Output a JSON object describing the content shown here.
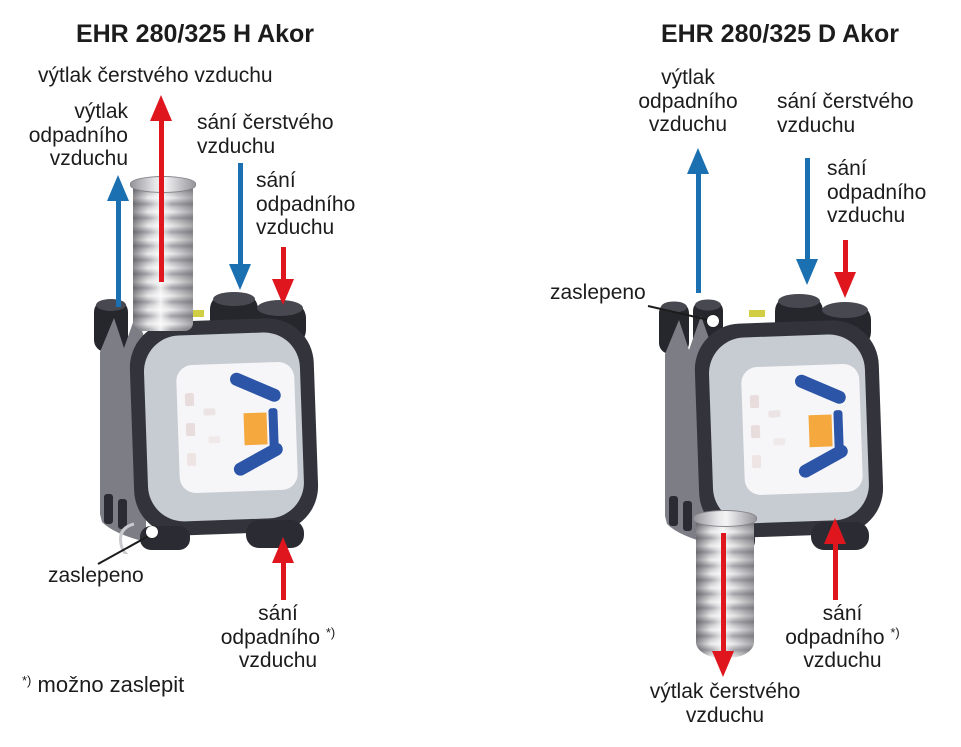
{
  "colors": {
    "background": "#ffffff",
    "text": "#1c1c1c",
    "arrow_red": "#e0161f",
    "arrow_blue": "#1a70b0"
  },
  "left": {
    "title": "EHR 280/325 H Akor",
    "fresh_discharge": "výtlak čerstvého vzduchu",
    "waste_discharge": [
      "výtlak",
      "odpadního",
      "vzduchu"
    ],
    "fresh_intake": [
      "sání čerstvého",
      "vzduchu"
    ],
    "waste_intake": [
      "sání",
      "odpadního",
      "vzduchu"
    ],
    "blanked": "zaslepeno",
    "optional_intake": [
      "sání",
      "odpadního",
      "vzduchu"
    ],
    "optional_mark": "*)"
  },
  "right": {
    "title": "EHR 280/325 D Akor",
    "waste_discharge": [
      "výtlak",
      "odpadního",
      "vzduchu"
    ],
    "fresh_intake": [
      "sání čerstvého",
      "vzduchu"
    ],
    "waste_intake": [
      "sání",
      "odpadního",
      "vzduchu"
    ],
    "blanked": "zaslepeno",
    "optional_intake": [
      "sání",
      "odpadního",
      "vzduchu"
    ],
    "optional_mark": "*)",
    "fresh_discharge": [
      "výtlak čerstvého",
      "vzduchu"
    ]
  },
  "footnote": {
    "mark": "*)",
    "text": "možno zaslepit"
  },
  "arrows": {
    "left": [
      {
        "name": "fresh-air-discharge",
        "direction": "up",
        "color": "red"
      },
      {
        "name": "waste-air-discharge",
        "direction": "up",
        "color": "blue"
      },
      {
        "name": "fresh-air-intake",
        "direction": "down",
        "color": "blue"
      },
      {
        "name": "waste-air-intake",
        "direction": "down",
        "color": "red"
      },
      {
        "name": "waste-air-intake-optional",
        "direction": "up",
        "color": "red"
      }
    ],
    "right": [
      {
        "name": "waste-air-discharge",
        "direction": "up",
        "color": "blue"
      },
      {
        "name": "fresh-air-intake",
        "direction": "down",
        "color": "blue"
      },
      {
        "name": "waste-air-intake",
        "direction": "down",
        "color": "red"
      },
      {
        "name": "fresh-air-discharge",
        "direction": "down",
        "color": "red"
      },
      {
        "name": "waste-air-intake-optional",
        "direction": "up",
        "color": "red"
      }
    ]
  }
}
